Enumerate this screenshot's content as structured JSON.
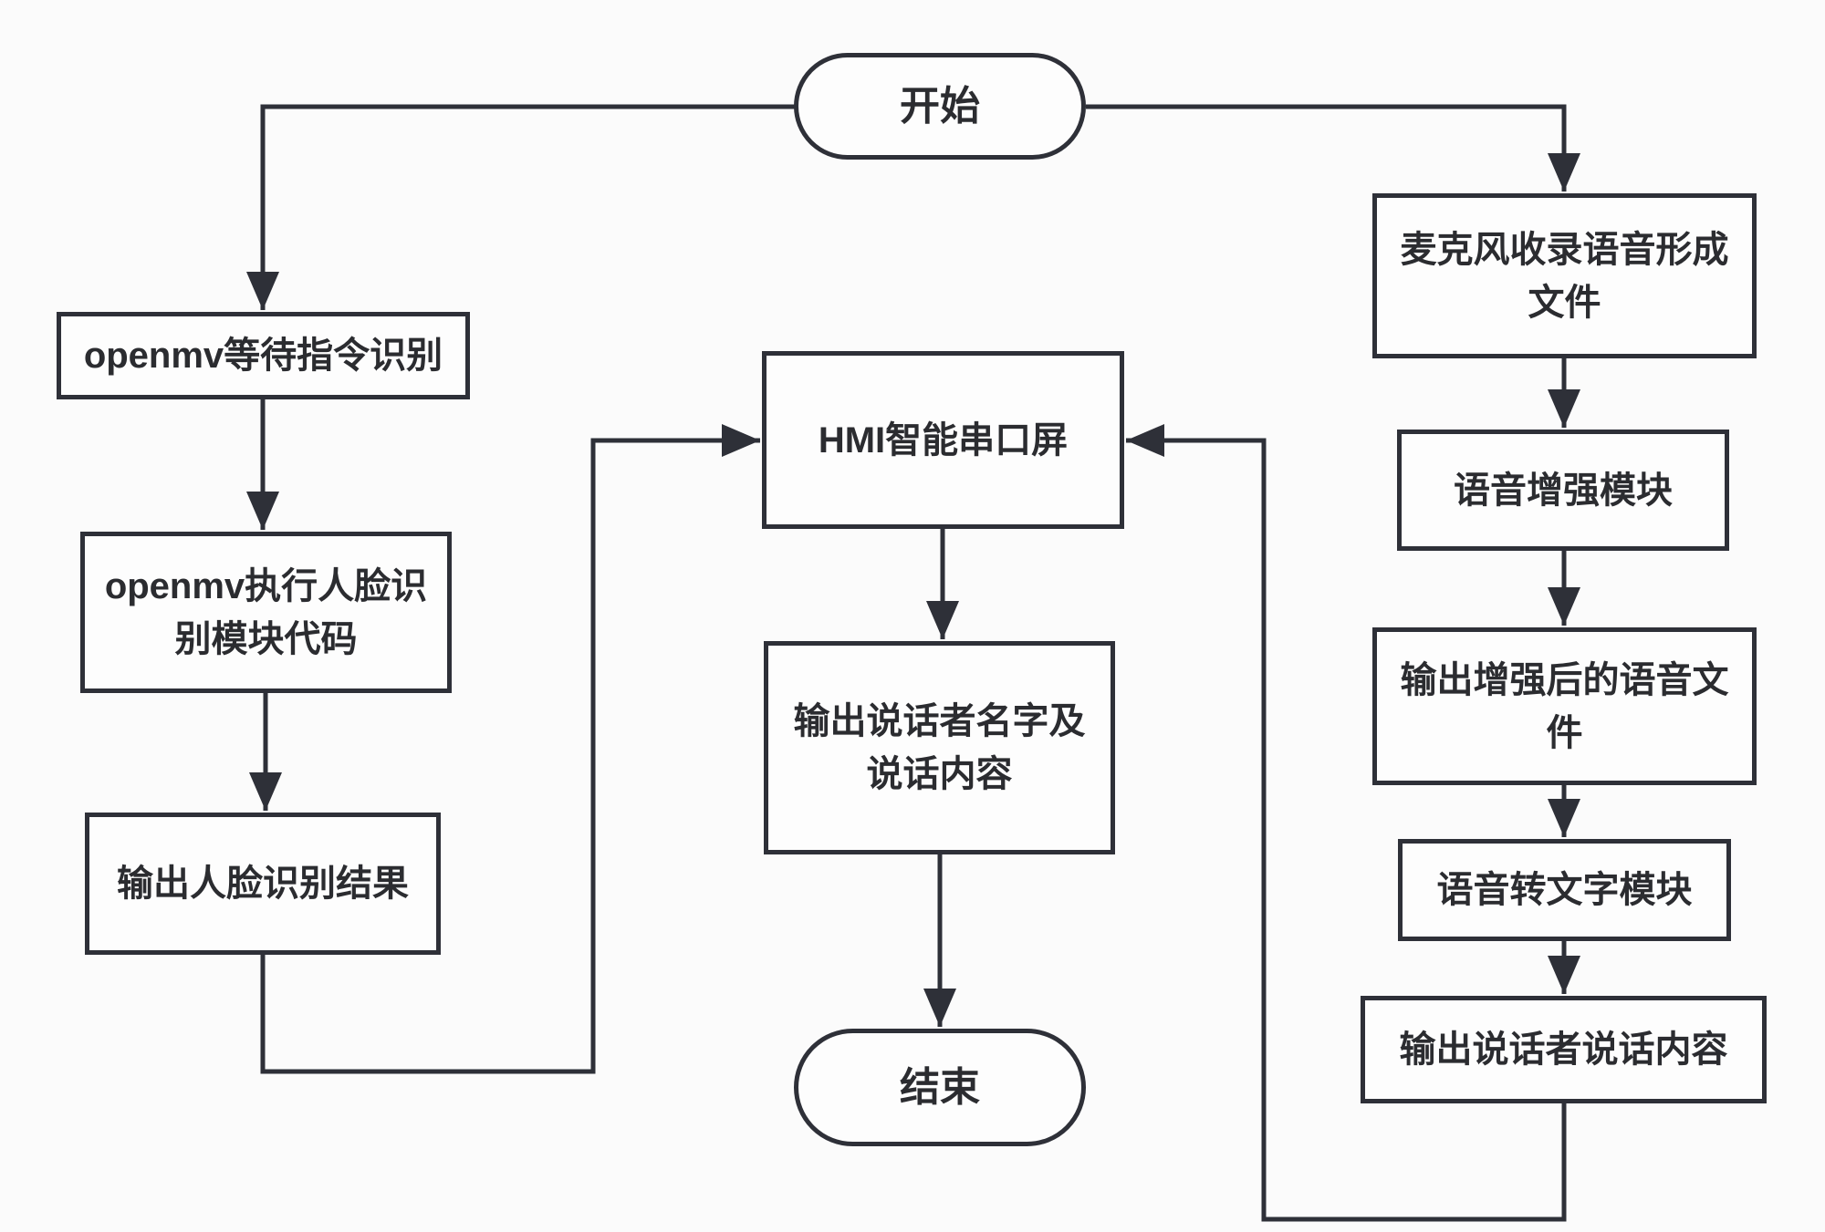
{
  "diagram_type": "flowchart",
  "colors": {
    "line": "#2e3038",
    "box_fill": "#fdfdfd",
    "background": "#fbfbfb",
    "text": "#2b2c30"
  },
  "nodes": [
    {
      "id": "start",
      "shape": "terminator",
      "label": "开始"
    },
    {
      "id": "openmv-wait",
      "shape": "process",
      "label": "openmv等待指令识别"
    },
    {
      "id": "openmv-face-code",
      "shape": "process",
      "label": "openmv执行人脸识\n别模块代码"
    },
    {
      "id": "face-result",
      "shape": "process",
      "label": "输出人脸识别结果"
    },
    {
      "id": "hmi-screen",
      "shape": "process",
      "label": "HMI智能串口屏"
    },
    {
      "id": "output-name-content",
      "shape": "process",
      "label": "输出说话者名字及\n说话内容"
    },
    {
      "id": "end",
      "shape": "terminator",
      "label": "结束"
    },
    {
      "id": "mic-record",
      "shape": "process",
      "label": "麦克风收录语音形成\n文件"
    },
    {
      "id": "voice-enhance",
      "shape": "process",
      "label": "语音增强模块"
    },
    {
      "id": "output-enhanced",
      "shape": "process",
      "label": "输出增强后的语音文\n件"
    },
    {
      "id": "speech-to-text",
      "shape": "process",
      "label": "语音转文字模块"
    },
    {
      "id": "output-speech",
      "shape": "process",
      "label": "输出说话者说话内容"
    }
  ],
  "edges": [
    {
      "from": "start",
      "to": "openmv-wait"
    },
    {
      "from": "start",
      "to": "mic-record"
    },
    {
      "from": "openmv-wait",
      "to": "openmv-face-code"
    },
    {
      "from": "openmv-face-code",
      "to": "face-result"
    },
    {
      "from": "face-result",
      "to": "hmi-screen"
    },
    {
      "from": "hmi-screen",
      "to": "output-name-content"
    },
    {
      "from": "output-name-content",
      "to": "end"
    },
    {
      "from": "mic-record",
      "to": "voice-enhance"
    },
    {
      "from": "voice-enhance",
      "to": "output-enhanced"
    },
    {
      "from": "output-enhanced",
      "to": "speech-to-text"
    },
    {
      "from": "speech-to-text",
      "to": "output-speech"
    },
    {
      "from": "output-speech",
      "to": "hmi-screen"
    }
  ]
}
